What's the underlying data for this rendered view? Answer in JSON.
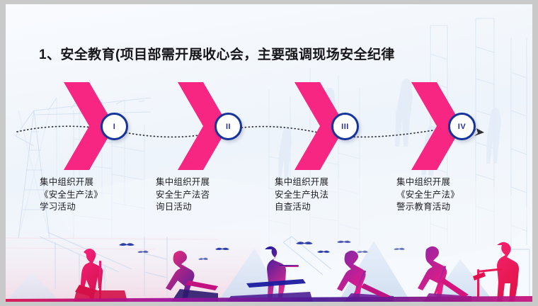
{
  "slide": {
    "title": "1、安全教育(项目部需开展收心会，主要强调现场安全纪律",
    "accent_pink": "#f72682",
    "accent_blue": "#15349a",
    "text_color": "#1d1d20",
    "background": "#f2f6fc"
  },
  "steps": [
    {
      "marker": "I",
      "caption": "集中组织开展\n《安全生产法》\n学习活动"
    },
    {
      "marker": "II",
      "caption": "集中组织开展\n安全生产法咨\n询日活动"
    },
    {
      "marker": "III",
      "caption": "集中组织开展\n安全生产执法\n自查活动"
    },
    {
      "marker": "IV",
      "caption": "集中组织开展\n《安全生产法》\n警示教育活动"
    }
  ],
  "decor": {
    "connector": "dotted-arrow-path",
    "chevron": "chevron-right-shape",
    "background_art": "construction-cranes-silhouette",
    "footer_art": "construction-workers-silhouette-band"
  }
}
